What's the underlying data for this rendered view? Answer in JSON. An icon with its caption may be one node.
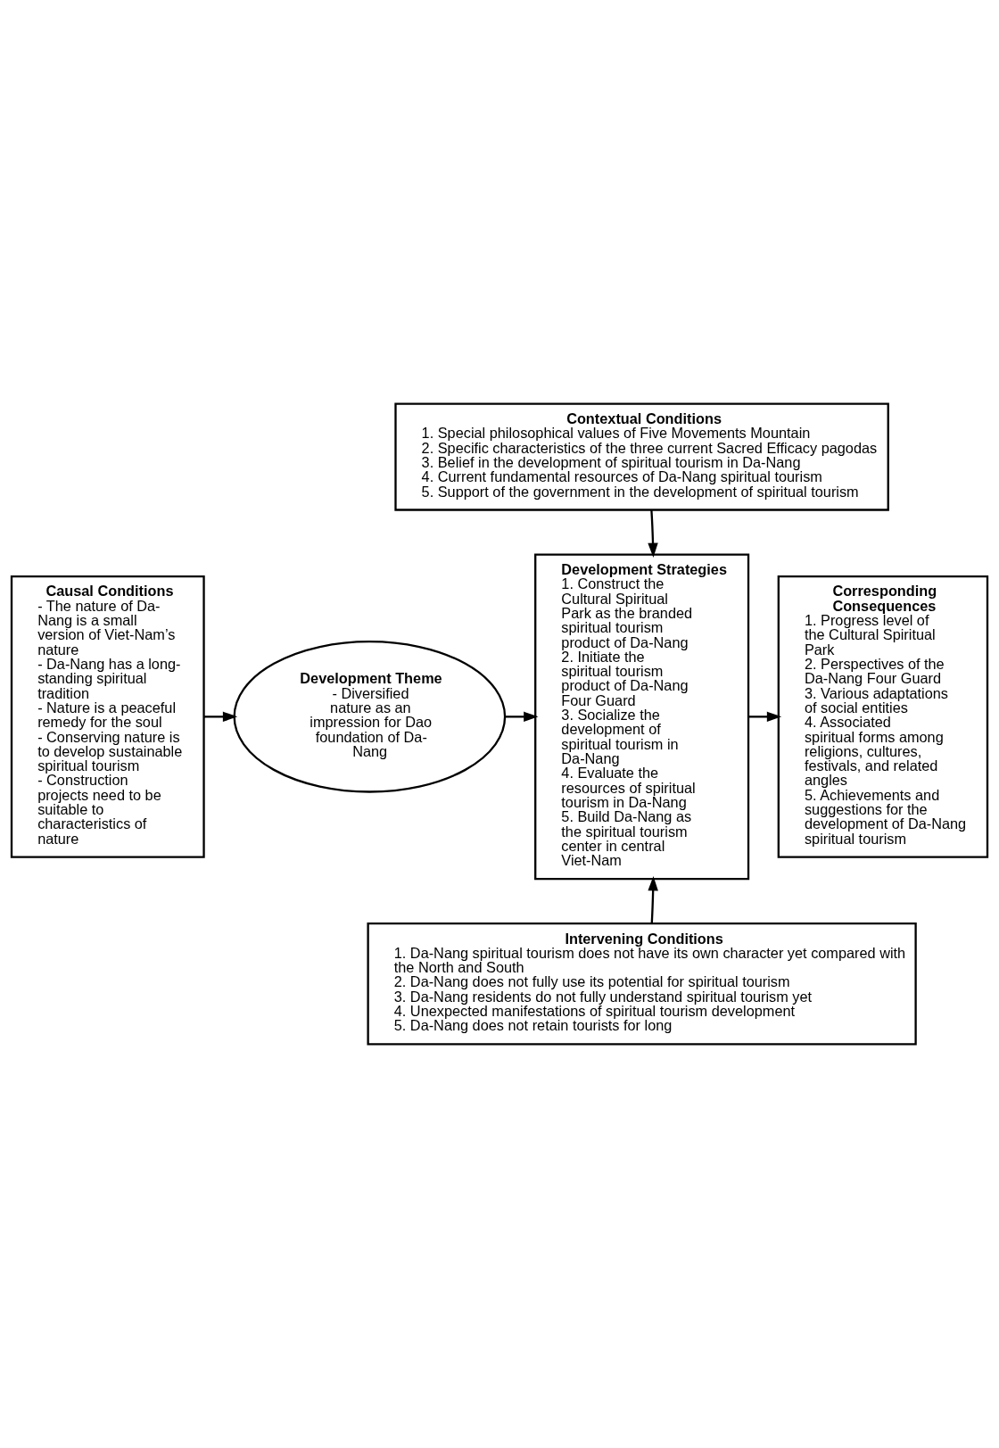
{
  "diagram": {
    "nodes": [
      {
        "text": [
          "Contextual Conditions",
          "1. Special philosophical values of Five Movements Mountain",
          "2. Specific characteristics of the three current Sacred Efficacy pagodas",
          "3. Belief in the development of spiritual tourism in Da-Nang",
          "4. Current fundamental resources of Da-Nang spiritual tourism",
          "5. Support of the government in the development of spiritual tourism"
        ]
      },
      {
        "text": [
          "Causal Conditions",
          "- The nature of Da-Nang is a small version of Viet-Nam’s nature",
          "- Da-Nang has a long-standing spiritual tradition",
          "- Nature is a peaceful remedy for the soul",
          "- Conserving nature is to develop sustainable spiritual tourism",
          "- Construction projects need to be suitable to characteristics of nature"
        ]
      },
      {
        "text": [
          "Development Theme",
          "- Diversified nature as an impression for Dao foundation of Da-Nang"
        ]
      },
      {
        "text": [
          "Development Strategies",
          "1. Construct the Cultural Spiritual Park as the branded spiritual tourism product of Da-Nang",
          "2. Initiate the spiritual tourism product of Da-Nang Four Guard",
          "3. Socialize the development of spiritual tourism in Da-Nang",
          "4. Evaluate the resources of spiritual tourism in Da-Nang",
          "5. Build Da-Nang as the spiritual tourism center in central Viet-Nam"
        ]
      },
      {
        "text": [
          "Corresponding Consequences",
          "1. Progress level of the Cultural Spiritual Park",
          "2. Perspectives of the Da-Nang Four Guard",
          "3. Various adaptations of social entities",
          "4. Associated spiritual forms among religions, cultures, festivals, and related angles",
          "5. Achievements and suggestions for the development of Da-Nang spiritual tourism"
        ]
      },
      {
        "text": [
          "Intervening Conditions",
          "1. Da-Nang spiritual tourism does not have its own character yet compared with the North and South",
          "2. Da-Nang does not fully use its potential for spiritual tourism",
          "3. Da-Nang residents do not fully understand spiritual tourism yet",
          "4. Unexpected manifestations of spiritual tourism development",
          "5. Da-Nang does not retain tourists for long"
        ]
      }
    ],
    "edges": [
      {
        "from": 0,
        "to": 3,
        "arrow": "to"
      },
      {
        "from": 1,
        "to": 2,
        "arrow": "to"
      },
      {
        "from": 2,
        "to": 3,
        "arrow": "to"
      },
      {
        "from": 3,
        "to": 4,
        "arrow": "to"
      },
      {
        "from": 5,
        "to": 3,
        "arrow": "to"
      }
    ]
  }
}
